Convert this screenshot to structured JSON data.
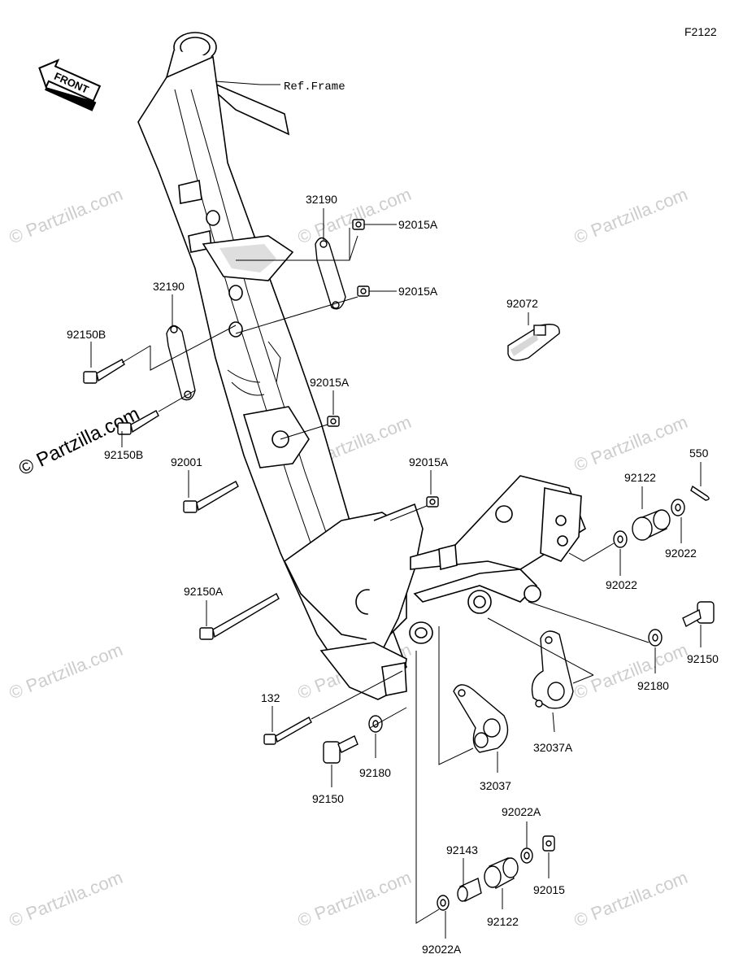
{
  "figure_code": "F2122",
  "front_label": "FRONT",
  "ref_frame_label": "Ref.Frame",
  "side_watermark": "© Partzilla.com",
  "watermark_text": "© Partzilla.com",
  "part_labels": {
    "p32190_top": "32190",
    "p92015A_1": "92015A",
    "p92015A_2": "92015A",
    "p32190_left": "32190",
    "p92150B_top": "92150B",
    "p92150B_bot": "92150B",
    "p92072": "92072",
    "p92015A_3": "92015A",
    "p92001": "92001",
    "p92015A_4": "92015A",
    "p550": "550",
    "p92122_right": "92122",
    "p92022_right": "92022",
    "p92022_mid": "92022",
    "p92150A": "92150A",
    "p92150_right": "92150",
    "p92180_right": "92180",
    "p132": "132",
    "p32037A": "32037A",
    "p92180_left": "92180",
    "p32037": "32037",
    "p92150_left": "92150",
    "p92022A_top": "92022A",
    "p92143": "92143",
    "p92015": "92015",
    "p92122_bot": "92122",
    "p92022A_bot": "92022A"
  }
}
